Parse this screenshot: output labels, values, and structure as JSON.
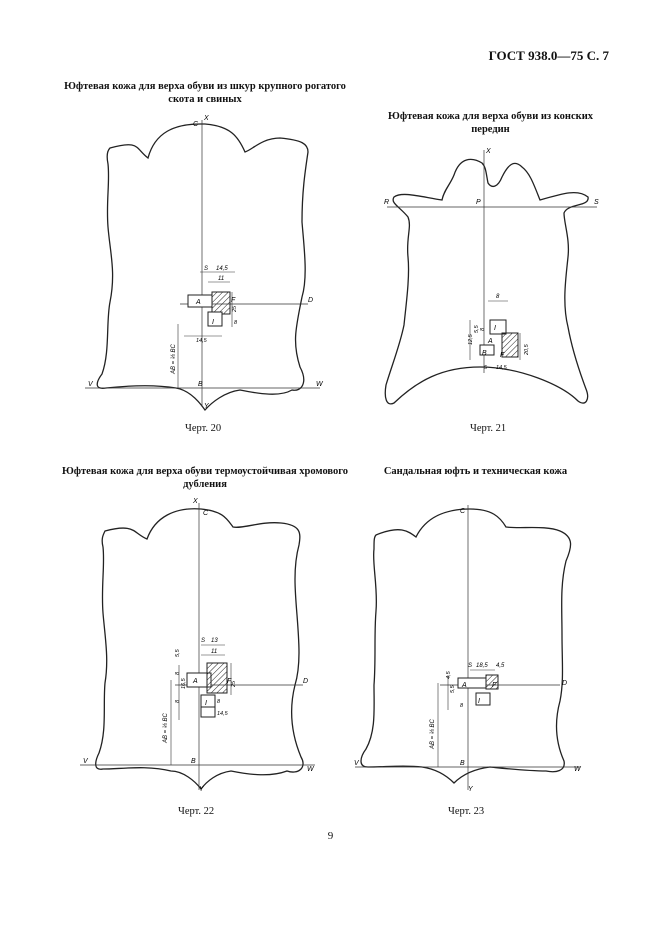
{
  "header": {
    "text": "ГОСТ 938.0—75 С. 7"
  },
  "figures": [
    {
      "title": "Юфтевая кожа для верха обуви из шкур крупного рогатого скота и свиных",
      "caption": "Черт. 20",
      "labels": {
        "C": "C",
        "X": "X",
        "D": "D",
        "V": "V",
        "W": "W",
        "B": "B",
        "Y": "Y",
        "A": "A",
        "F": "F",
        "S": "S",
        "I": "I",
        "dims": [
          "14,5",
          "11",
          "25",
          "8",
          "14,5",
          "AB = ⅓ BC"
        ]
      }
    },
    {
      "title": "Юфтевая кожа для верха обуви из конских передин",
      "caption": "Черт. 21",
      "labels": {
        "R": "R",
        "P": "P",
        "S": "S",
        "X": "X",
        "I": "I",
        "A": "A",
        "B": "B",
        "F": "F",
        "dims": [
          "8",
          "12,5",
          "5,5",
          "8",
          "20,5",
          "14,5",
          "5"
        ]
      }
    },
    {
      "title": "Юфтевая кожа для верха обуви термоустойчивая хромового дубления",
      "caption": "Черт. 22",
      "labels": {
        "X": "X",
        "C": "C",
        "S": "S",
        "A": "A",
        "F": "F",
        "D": "D",
        "I": "I",
        "V": "V",
        "W": "W",
        "B": "B",
        "Y": "Y",
        "dims": [
          "13",
          "11",
          "5,5",
          "8",
          "16,5",
          "8",
          "8",
          "25",
          "14,5",
          "AB = ⅓ BC"
        ]
      }
    },
    {
      "title": "Сандальная юфть и техническая кожа",
      "caption": "Черт. 23",
      "labels": {
        "C": "C",
        "S": "S",
        "A": "A",
        "F": "F",
        "D": "D",
        "I": "I",
        "V": "V",
        "W": "W",
        "B": "B",
        "Y": "Y",
        "dims": [
          "18,5",
          "4,5",
          "4,5",
          "5,5",
          "8",
          "AB = ⅓ BC"
        ]
      }
    }
  ],
  "page_number": "9"
}
